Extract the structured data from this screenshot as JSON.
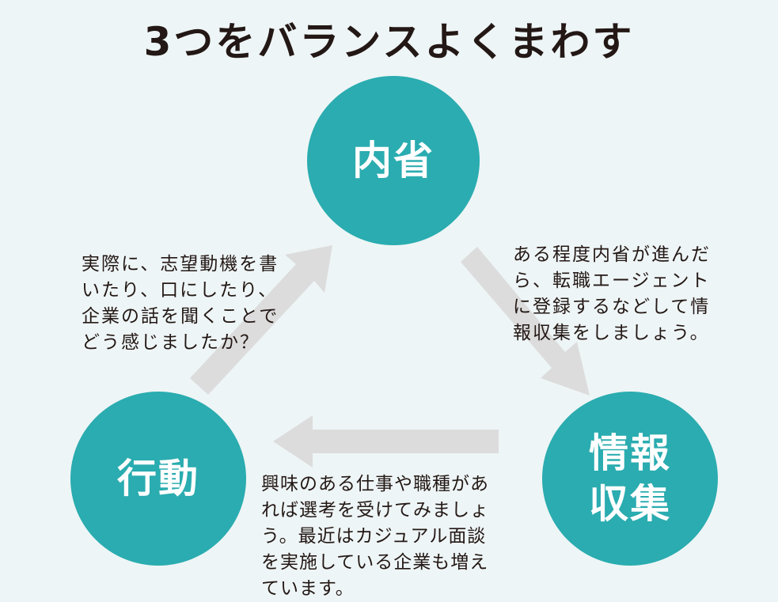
{
  "title": "3つをバランスよくまわす",
  "nodes": {
    "reflection": {
      "lines": [
        "内省"
      ]
    },
    "information": {
      "lines": [
        "情報",
        "収集"
      ]
    },
    "action": {
      "lines": [
        "行動"
      ]
    }
  },
  "descriptions": {
    "action_to_reflection": [
      "実際に、志望動機を書",
      "いたり、口にしたり、",
      "企業の話を聞くことで",
      "どう感じましたか？"
    ],
    "reflection_to_information": [
      "ある程度内省が進んだ",
      "ら、転職エージェント",
      "に登録するなどして情",
      "報収集をしましょう。"
    ],
    "information_to_action": [
      "興味のある仕事や職種があ",
      "れば選考を受けてみましょ",
      "う。最近はカジュアル面談",
      "を実施している企業も増え",
      "ています。"
    ]
  },
  "colors": {
    "background": "#eef5f6",
    "circle": "#2aacb0",
    "arrow": "#dcdcdc",
    "text": "#231815"
  }
}
